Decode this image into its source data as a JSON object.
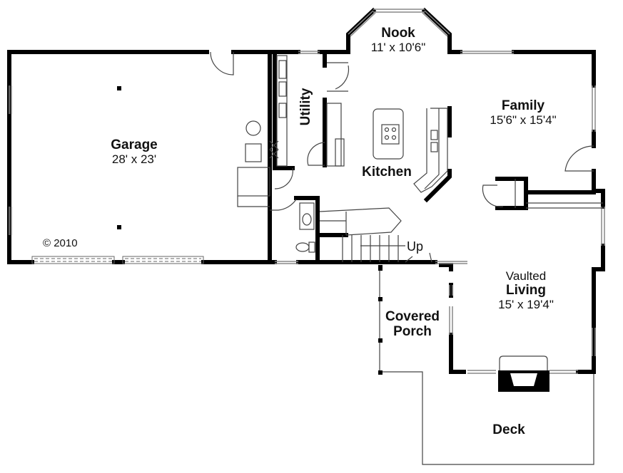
{
  "plan": {
    "copyright": "© 2010",
    "stair_label": "Up",
    "rooms": {
      "garage": {
        "name": "Garage",
        "size": "28' x 23'"
      },
      "utility": {
        "name": "Utility"
      },
      "nook": {
        "name": "Nook",
        "size": "11' x 10'6\""
      },
      "kitchen": {
        "name": "Kitchen"
      },
      "family": {
        "name": "Family",
        "size": "15'6\" x 15'4\""
      },
      "living": {
        "prefix": "Vaulted",
        "name": "Living",
        "size": "15' x 19'4\""
      },
      "porch": {
        "name_line1": "Covered",
        "name_line2": "Porch"
      },
      "deck": {
        "name": "Deck"
      }
    },
    "colors": {
      "wall": "#000000",
      "thin": "#555555",
      "window": "#999999",
      "background": "#ffffff"
    }
  }
}
